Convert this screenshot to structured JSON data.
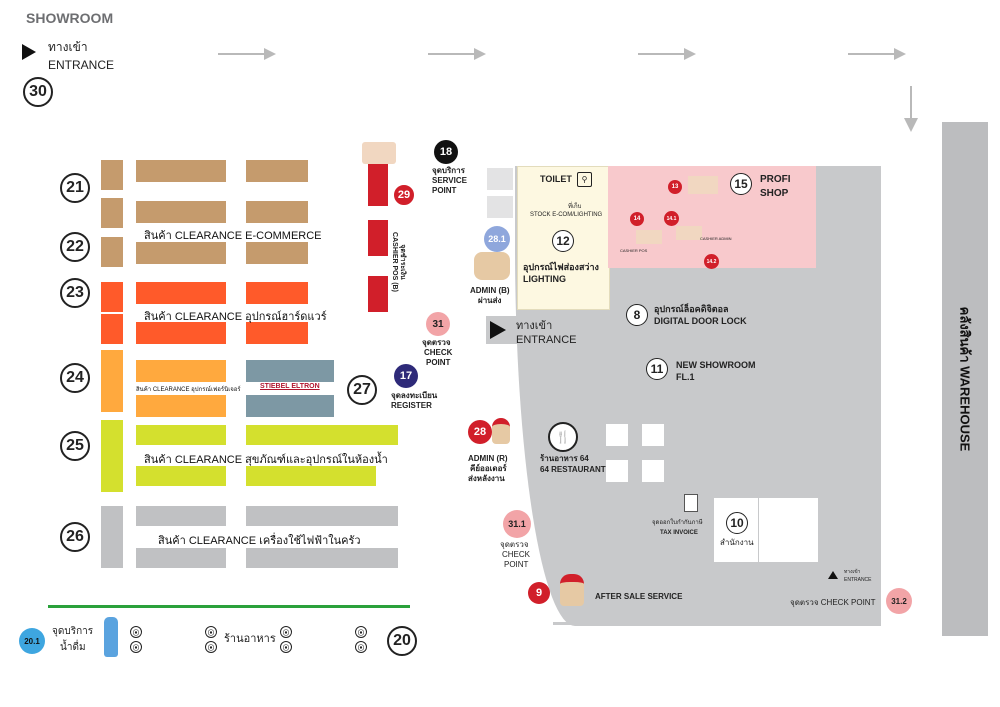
{
  "header": {
    "showroom": "SHOWROOM"
  },
  "entrance_top": {
    "thai": "ทางเข้า",
    "en": "ENTRANCE",
    "num": "30"
  },
  "warehouse": "คลังสินค้า WAREHOUSE",
  "zones": {
    "z21": "21",
    "z22": "22",
    "z23": "23",
    "z24": "24",
    "z25": "25",
    "z26": "26",
    "z20": "20",
    "z27": "27",
    "ecommerce": "สินค้า CLEARANCE E-COMMERCE",
    "hardware": "สินค้า CLEARANCE อุปกรณ์ฮาร์ดแวร์",
    "electrical": "สินค้า CLEARANCE อุปกรณ์เฟอร์นิเจอร์",
    "stiebel": "STIEBEL ELTRON",
    "bathroom": "สินค้า CLEARANCE สุขภัณฑ์และอุปกรณ์ในห้องน้ำ",
    "kitchen": "สินค้า CLEARANCE เครื่องใช้ไฟฟ้าในครัว"
  },
  "service": {
    "num": "18",
    "thai": "จุดบริการ",
    "en1": "SERVICE",
    "en2": "POINT"
  },
  "cashier": {
    "num": "29",
    "thai": "จุดชำระเงิน",
    "en": "CASHIER POS (B)"
  },
  "checkpoint31": {
    "num": "31",
    "thai": "จุดตรวจ",
    "en1": "CHECK",
    "en2": "POINT"
  },
  "register": {
    "num": "17",
    "thai": "จุดลงทะเบียน",
    "en": "REGISTER"
  },
  "admin_b": {
    "num": "28.1",
    "en": "ADMIN (B)",
    "thai": "ผ่านส่ง"
  },
  "entrance_mid": {
    "thai": "ทางเข้า",
    "en": "ENTRANCE"
  },
  "toilet": "TOILET",
  "stock": {
    "thai": "ที่เก็บ",
    "en": "STOCK E-COM/LIGHTING"
  },
  "lighting": {
    "num": "12",
    "thai": "อุปกรณ์ไฟส่องสว่าง",
    "en": "LIGHTING"
  },
  "profi": {
    "num": "15",
    "l1": "PROFI",
    "l2": "SHOP",
    "n13": "13",
    "n14": "14",
    "n141": "14.1",
    "n142": "14.2",
    "cashier_pos": "CASHIER POS",
    "cashier_admin": "CASHIER ADMIN"
  },
  "digital": {
    "num": "8",
    "thai": "อุปกรณ์ล็อคดิจิตอล",
    "en": "DIGITAL DOOR LOCK"
  },
  "newshowroom": {
    "num": "11",
    "l1": "NEW SHOWROOM",
    "l2": "FL.1"
  },
  "admin_r": {
    "num": "28",
    "l1": "ADMIN (R)",
    "l2": "คีย์ออเดอร์",
    "l3": "ส่งหลังงาน"
  },
  "restaurant64": {
    "thai": "ร้านอาหาร 64",
    "en": "64 RESTAURANT"
  },
  "checkpoint311": {
    "num": "31.1",
    "thai": "จุดตรวจ",
    "en1": "CHECK",
    "en2": "POINT"
  },
  "taxinvoice": {
    "thai": "จุดออกใบกำกับภาษี",
    "en": "TAX INVOICE"
  },
  "office": {
    "num": "10",
    "thai": "สำนักงาน"
  },
  "aftersale": {
    "num": "9",
    "en": "AFTER SALE SERVICE"
  },
  "entrance_small": {
    "thai": "ทางเข้า",
    "en": "ENTRANCE"
  },
  "checkpoint312": {
    "num": "31.2",
    "text": "จุดตรวจ CHECK POINT"
  },
  "water": {
    "num": "20.1",
    "l1": "จุดบริการ",
    "l2": "น้ำดื่ม"
  },
  "restaurant": "ร้านอาหาร",
  "colors": {
    "brown": "#c59b6d",
    "orangered": "#ff5a2a",
    "orange": "#ffa93e",
    "lime": "#d4e02e",
    "gray": "#c0c1c3",
    "steel": "#7d98a4",
    "red": "#d11f2a",
    "pink": "#f8c9cc",
    "cream": "#fdf8e1",
    "navy": "#2e2a79",
    "lightblue": "#8fa7dc",
    "green": "#2aa13b"
  }
}
